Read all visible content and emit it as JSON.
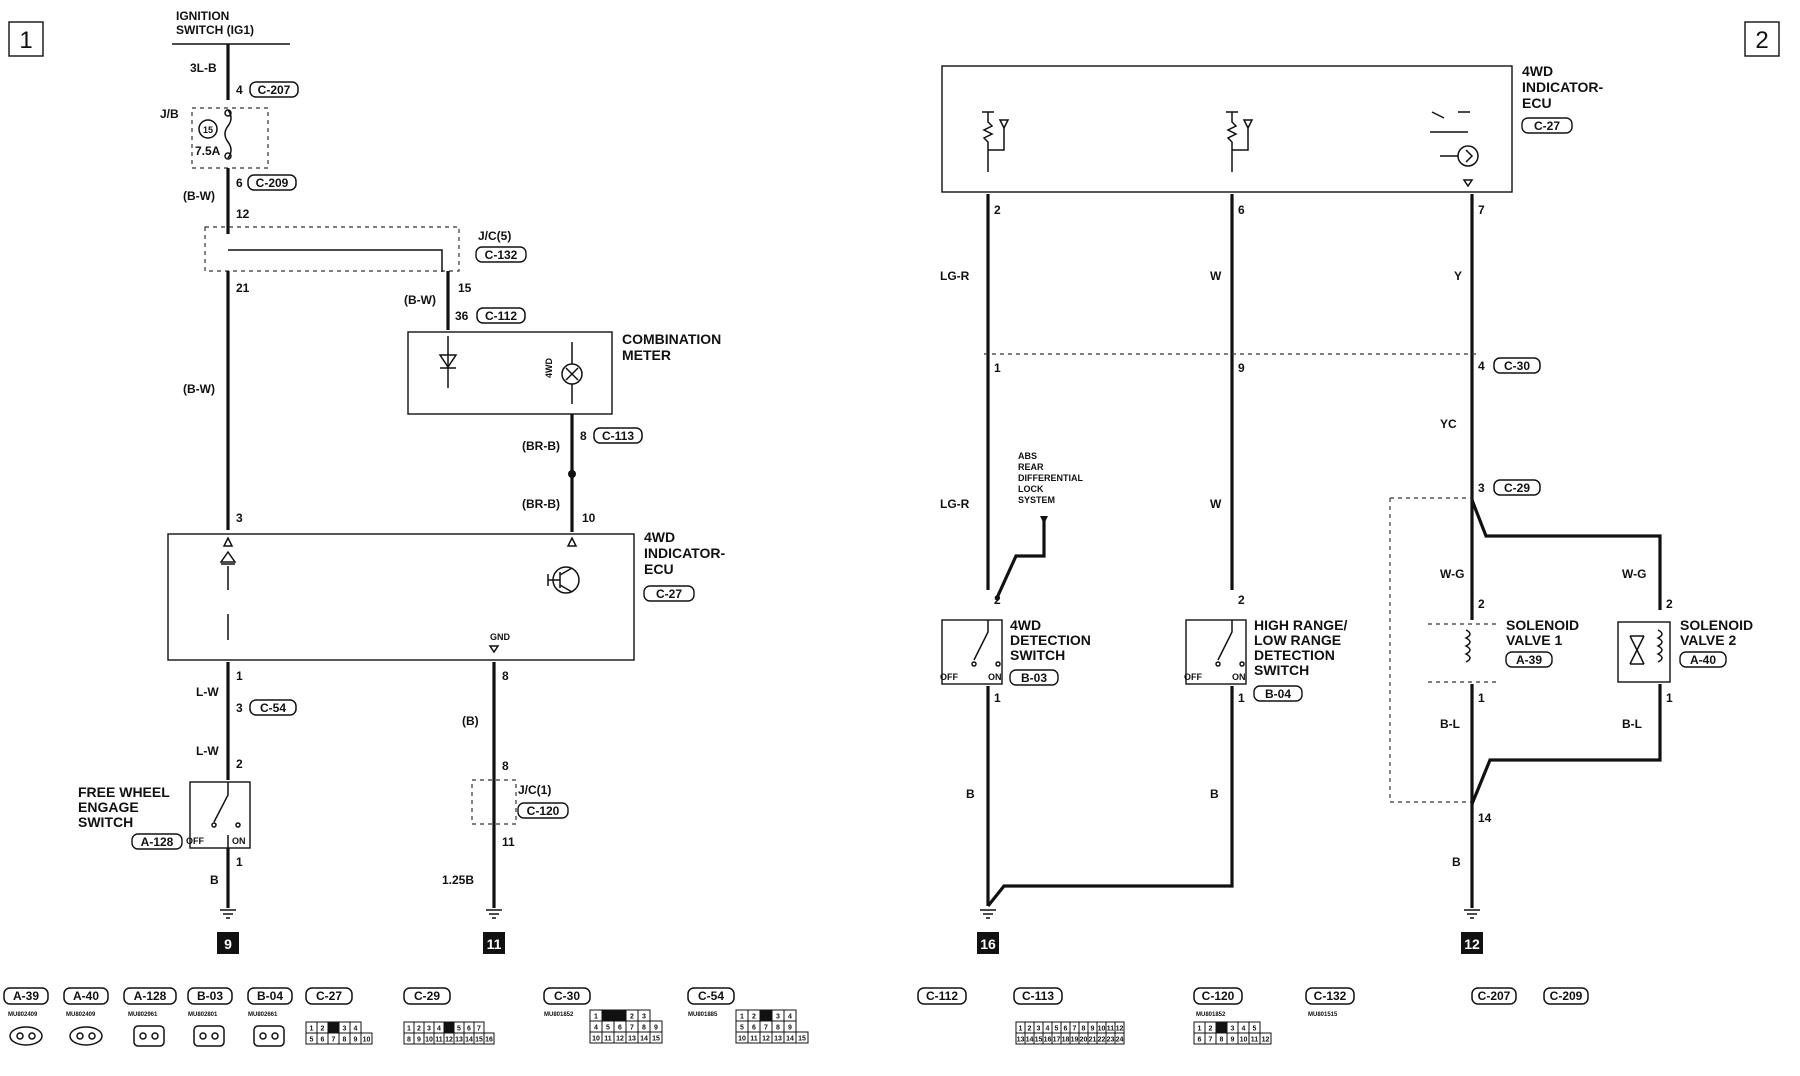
{
  "sheets": [
    "1",
    "2"
  ],
  "sheet1": {
    "ignition": {
      "line1": "IGNITION",
      "line2": "SWITCH (IG1)"
    },
    "wire_3lb": "3L-B",
    "jb": {
      "label": "J/B",
      "fuse_no": "15",
      "fuse_amp": "7.5A",
      "pin_in": "4",
      "conn_in": "C-207",
      "pin_out": "6",
      "conn_out": "C-209"
    },
    "wire_bw": "(B-W)",
    "jc5": {
      "label": "J/C(5)",
      "conn": "C-132",
      "pin_in": "12",
      "pin_a": "21",
      "pin_b": "15"
    },
    "meter": {
      "line1": "COMBINATION",
      "line2": "METER",
      "pin_in": "36",
      "conn_in": "C-112",
      "pin_out": "8",
      "conn_out": "C-113",
      "lamp_label": "4WD"
    },
    "wire_brb": "(BR-B)",
    "ecu": {
      "line1": "4WD",
      "line2": "INDICATOR-",
      "line3": "ECU",
      "conn": "C-27",
      "pin3": "3",
      "pin10": "10",
      "pin1": "1",
      "pin8": "8",
      "gnd": "GND"
    },
    "wire_lw": "L-W",
    "c54": {
      "pin": "3",
      "conn": "C-54"
    },
    "fw": {
      "line1": "FREE WHEEL",
      "line2": "ENGAGE",
      "line3": "SWITCH",
      "conn": "A-128",
      "pin_top": "2",
      "pin_bot": "1",
      "off": "OFF",
      "on": "ON"
    },
    "wire_b": "B",
    "wire_b_paren": "(B)",
    "jc1": {
      "label": "J/C(1)",
      "conn": "C-120",
      "pin_in": "8",
      "pin_out": "11"
    },
    "wire_125b": "1.25B",
    "ground_refs": [
      "9",
      "11"
    ]
  },
  "sheet2": {
    "ecu": {
      "line1": "4WD",
      "line2": "INDICATOR-",
      "line3": "ECU",
      "conn": "C-27",
      "pins": [
        "2",
        "6",
        "7"
      ]
    },
    "wire_lgr": "LG-R",
    "wire_w": "W",
    "wire_y": "Y",
    "c30": {
      "pins": [
        "1",
        "9",
        "4"
      ],
      "conn": "C-30"
    },
    "wire_yc": "YC",
    "c29": {
      "pin": "3",
      "conn": "C-29",
      "pin_bot": "14"
    },
    "abs_note": [
      "ABS",
      "REAR",
      "DIFFERENTIAL",
      "LOCK",
      "SYSTEM"
    ],
    "det4wd": {
      "line1": "4WD",
      "line2": "DETECTION",
      "line3": "SWITCH",
      "conn": "B-03",
      "pin_top": "2",
      "pin_bot": "1",
      "off": "OFF",
      "on": "ON"
    },
    "hrl": {
      "line1": "HIGH RANGE/",
      "line2": "LOW RANGE",
      "line3": "DETECTION",
      "line4": "SWITCH",
      "conn": "B-04",
      "pin_top": "2",
      "pin_bot": "1",
      "off": "OFF",
      "on": "ON"
    },
    "wire_wg": "W-G",
    "wire_bl": "B-L",
    "sol1": {
      "line1": "SOLENOID",
      "line2": "VALVE 1",
      "conn": "A-39",
      "pin_top": "2",
      "pin_bot": "1"
    },
    "sol2": {
      "line1": "SOLENOID",
      "line2": "VALVE 2",
      "conn": "A-40",
      "pin_top": "2",
      "pin_bot": "1"
    },
    "wire_b": "B",
    "ground_refs": [
      "16",
      "12"
    ]
  },
  "connectors_left": [
    "A-39",
    "A-40",
    "A-128",
    "B-03",
    "B-04",
    "C-27",
    "C-29",
    "C-30",
    "C-54"
  ],
  "connectors_right": [
    "C-112",
    "C-113",
    "C-120",
    "C-132",
    "C-207",
    "C-209"
  ],
  "part_numbers": [
    "MU802409",
    "MU802409",
    "MU802961",
    "MU802801",
    "MU802661",
    "MU801852",
    "MU801885",
    "MU801852",
    "MU801515"
  ],
  "pinout_rows": {
    "c27": [
      [
        "1",
        "2",
        "",
        "3",
        "4"
      ],
      [
        "5",
        "6",
        "7",
        "8",
        "9",
        "10"
      ]
    ],
    "c29": [
      [
        "1",
        "2",
        "3",
        "4",
        "",
        "5",
        "6",
        "7"
      ],
      [
        "8",
        "9",
        "10",
        "11",
        "12",
        "13",
        "14",
        "15",
        "16"
      ]
    ],
    "c30": [
      [
        "1",
        "",
        "",
        "2",
        "3"
      ],
      [
        "4",
        "5",
        "6",
        "7",
        "8",
        "9"
      ],
      [
        "10",
        "11",
        "12",
        "13",
        "14",
        "15"
      ]
    ],
    "c54": [
      [
        "1",
        "2",
        "",
        "3",
        "4"
      ],
      [
        "5",
        "6",
        "7",
        "8",
        "9"
      ],
      [
        "10",
        "11",
        "12",
        "13",
        "14",
        "15"
      ]
    ],
    "c113": [
      [
        "1",
        "2",
        "3",
        "4",
        "5",
        "6",
        "7",
        "8",
        "9",
        "10",
        "11",
        "12"
      ],
      [
        "13",
        "14",
        "15",
        "16",
        "17",
        "18",
        "19",
        "20",
        "21",
        "22",
        "23",
        "24"
      ]
    ],
    "c120": [
      [
        "1",
        "2",
        "",
        "3",
        "4",
        "5"
      ],
      [
        "6",
        "7",
        "8",
        "9",
        "10",
        "11",
        "12"
      ]
    ]
  }
}
